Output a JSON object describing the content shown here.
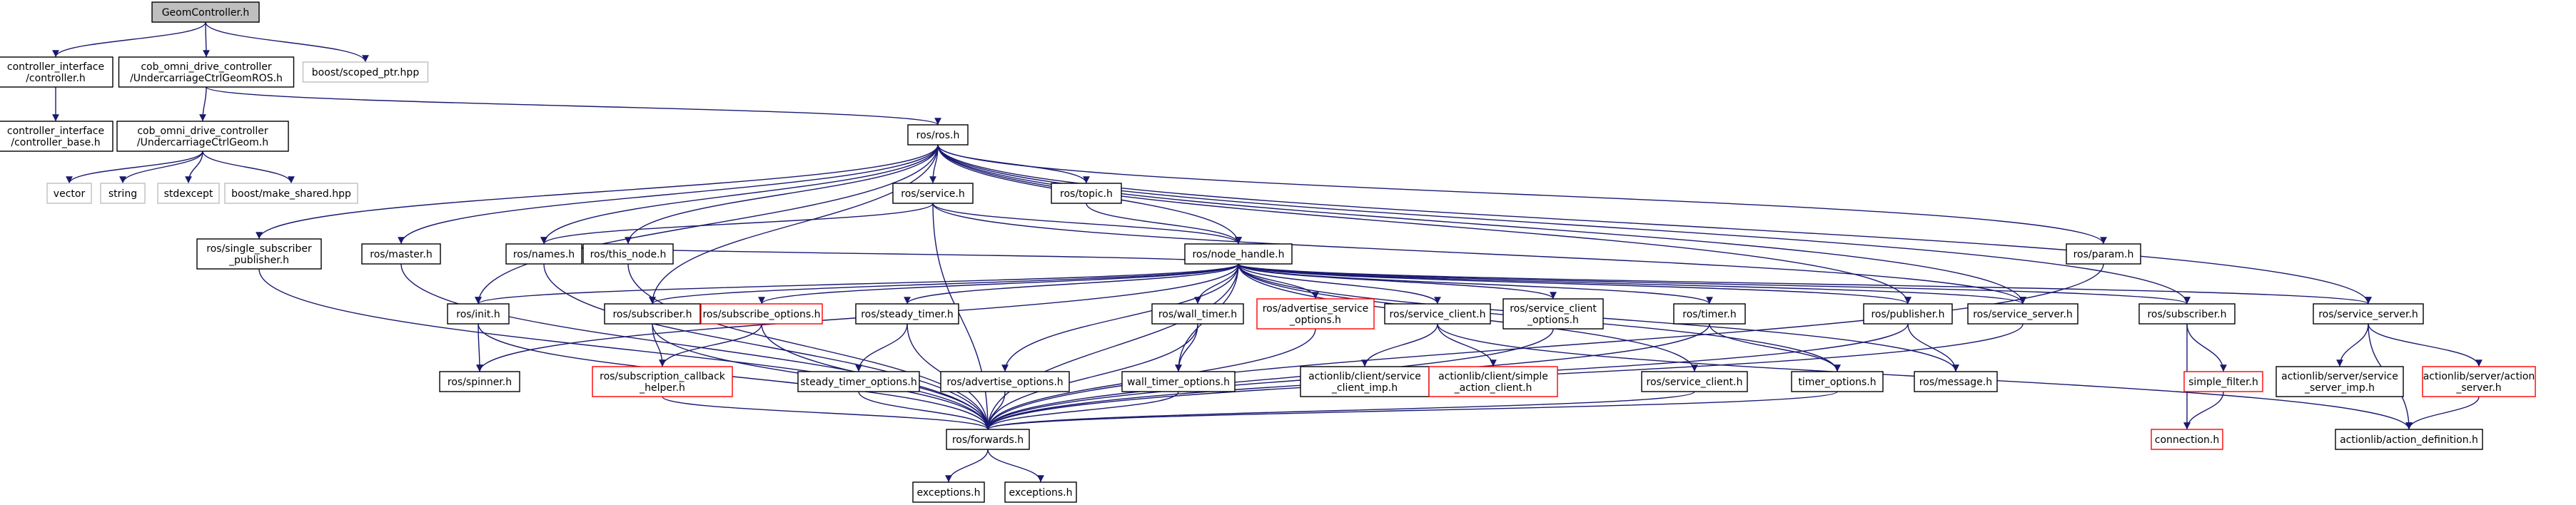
{
  "colors": {
    "edge": "#191970",
    "node_border": "#000000",
    "missing_border": "#bfbfbf",
    "partial_border": "#ff0000",
    "root_fill": "#bfbfbf",
    "node_fill": "#ffffff"
  },
  "nodes": [
    {
      "id": "GeomController.h",
      "lines": [
        "GeomController.h"
      ],
      "style": "root"
    },
    {
      "id": "controller_interface/controller.h",
      "lines": [
        "controller_interface",
        "/controller.h"
      ],
      "style": "normal"
    },
    {
      "id": "cob_omni_drive_controller/UndercarriageCtrlGeomROS.h",
      "lines": [
        "cob_omni_drive_controller",
        "/UndercarriageCtrlGeomROS.h"
      ],
      "style": "normal"
    },
    {
      "id": "boost/scoped_ptr.hpp",
      "lines": [
        "boost/scoped_ptr.hpp"
      ],
      "style": "missing"
    },
    {
      "id": "controller_interface/controller_base.h",
      "lines": [
        "controller_interface",
        "/controller_base.h"
      ],
      "style": "normal"
    },
    {
      "id": "cob_omni_drive_controller/UndercarriageCtrlGeom.h",
      "lines": [
        "cob_omni_drive_controller",
        "/UndercarriageCtrlGeom.h"
      ],
      "style": "normal"
    },
    {
      "id": "vector",
      "lines": [
        "vector"
      ],
      "style": "missing"
    },
    {
      "id": "string",
      "lines": [
        "string"
      ],
      "style": "missing"
    },
    {
      "id": "stdexcept",
      "lines": [
        "stdexcept"
      ],
      "style": "missing"
    },
    {
      "id": "boost/make_shared.hpp",
      "lines": [
        "boost/make_shared.hpp"
      ],
      "style": "missing"
    },
    {
      "id": "ros/ros.h",
      "lines": [
        "ros/ros.h"
      ],
      "style": "normal"
    },
    {
      "id": "ros/service.h",
      "lines": [
        "ros/service.h"
      ],
      "style": "normal"
    },
    {
      "id": "ros/topic.h",
      "lines": [
        "ros/topic.h"
      ],
      "style": "normal"
    },
    {
      "id": "ros/single_subscriber_publisher.h",
      "lines": [
        "ros/single_subscriber",
        "_publisher.h"
      ],
      "style": "normal"
    },
    {
      "id": "ros/master.h",
      "lines": [
        "ros/master.h"
      ],
      "style": "normal"
    },
    {
      "id": "ros/names.h",
      "lines": [
        "ros/names.h"
      ],
      "style": "normal"
    },
    {
      "id": "ros/this_node.h",
      "lines": [
        "ros/this_node.h"
      ],
      "style": "normal"
    },
    {
      "id": "ros/node_handle.h",
      "lines": [
        "ros/node_handle.h"
      ],
      "style": "normal"
    },
    {
      "id": "ros/param.h",
      "lines": [
        "ros/param.h"
      ],
      "style": "normal"
    },
    {
      "id": "ros/init.h",
      "lines": [
        "ros/init.h"
      ],
      "style": "normal"
    },
    {
      "id": "ros/subscriber.h",
      "lines": [
        "ros/subscriber.h"
      ],
      "style": "normal"
    },
    {
      "id": "ros/subscribe_options.h",
      "lines": [
        "ros/subscribe_options.h"
      ],
      "style": "partial"
    },
    {
      "id": "ros/steady_timer.h",
      "lines": [
        "ros/steady_timer.h"
      ],
      "style": "normal"
    },
    {
      "id": "ros/wall_timer.h",
      "lines": [
        "ros/wall_timer.h"
      ],
      "style": "normal"
    },
    {
      "id": "ros/advertise_service_options.h",
      "lines": [
        "ros/advertise_service",
        "_options.h"
      ],
      "style": "partial"
    },
    {
      "id": "ros/service_client.h",
      "lines": [
        "ros/service_client.h"
      ],
      "style": "normal"
    },
    {
      "id": "ros/service_client_options.h",
      "lines": [
        "ros/service_client",
        "_options.h"
      ],
      "style": "normal"
    },
    {
      "id": "ros/timer.h",
      "lines": [
        "ros/timer.h"
      ],
      "style": "normal"
    },
    {
      "id": "ros/publisher.h",
      "lines": [
        "ros/publisher.h"
      ],
      "style": "normal"
    },
    {
      "id": "ros/service_server.h",
      "lines": [
        "ros/service_server.h"
      ],
      "style": "normal"
    },
    {
      "id": "ros/subscriber.h#2",
      "lines": [
        "ros/subscriber.h"
      ],
      "style": "normal"
    },
    {
      "id": "ros/service_server.h#2",
      "lines": [
        "ros/service_server.h"
      ],
      "style": "normal"
    },
    {
      "id": "ros/spinner.h",
      "lines": [
        "ros/spinner.h"
      ],
      "style": "normal"
    },
    {
      "id": "ros/subscription_callback_helper.h",
      "lines": [
        "ros/subscription_callback",
        "_helper.h"
      ],
      "style": "partial"
    },
    {
      "id": "steady_timer_options.h",
      "lines": [
        "steady_timer_options.h"
      ],
      "style": "normal"
    },
    {
      "id": "ros/advertise_options.h",
      "lines": [
        "ros/advertise_options.h"
      ],
      "style": "normal"
    },
    {
      "id": "wall_timer_options.h",
      "lines": [
        "wall_timer_options.h"
      ],
      "style": "normal"
    },
    {
      "id": "actionlib/client/service_client_imp.h",
      "lines": [
        "actionlib/client/service",
        "_client_imp.h"
      ],
      "style": "normal"
    },
    {
      "id": "actionlib/client/simple_action_client.h",
      "lines": [
        "actionlib/client/simple",
        "_action_client.h"
      ],
      "style": "partial"
    },
    {
      "id": "ros/service_client.h#2",
      "lines": [
        "ros/service_client.h"
      ],
      "style": "normal"
    },
    {
      "id": "timer_options.h",
      "lines": [
        "timer_options.h"
      ],
      "style": "normal"
    },
    {
      "id": "ros/message.h",
      "lines": [
        "ros/message.h"
      ],
      "style": "normal"
    },
    {
      "id": "simple_filter.h",
      "lines": [
        "simple_filter.h"
      ],
      "style": "partial"
    },
    {
      "id": "actionlib/server/service_server_imp.h",
      "lines": [
        "actionlib/server/service",
        "_server_imp.h"
      ],
      "style": "normal"
    },
    {
      "id": "actionlib/server/action_server.h",
      "lines": [
        "actionlib/server/action",
        "_server.h"
      ],
      "style": "partial"
    },
    {
      "id": "ros/forwards.h",
      "lines": [
        "ros/forwards.h"
      ],
      "style": "normal"
    },
    {
      "id": "connection.h",
      "lines": [
        "connection.h"
      ],
      "style": "partial"
    },
    {
      "id": "actionlib/action_definition.h",
      "lines": [
        "actionlib/action_definition.h"
      ],
      "style": "normal"
    },
    {
      "id": "exceptions.h",
      "lines": [
        "exceptions.h"
      ],
      "style": "normal"
    },
    {
      "id": "exceptions.h#2",
      "lines": [
        "exceptions.h"
      ],
      "style": "normal"
    }
  ],
  "edges": [
    [
      "GeomController.h",
      "controller_interface/controller.h"
    ],
    [
      "GeomController.h",
      "cob_omni_drive_controller/UndercarriageCtrlGeomROS.h"
    ],
    [
      "GeomController.h",
      "boost/scoped_ptr.hpp"
    ],
    [
      "controller_interface/controller.h",
      "controller_interface/controller_base.h"
    ],
    [
      "cob_omni_drive_controller/UndercarriageCtrlGeomROS.h",
      "cob_omni_drive_controller/UndercarriageCtrlGeom.h"
    ],
    [
      "cob_omni_drive_controller/UndercarriageCtrlGeomROS.h",
      "ros/ros.h"
    ],
    [
      "cob_omni_drive_controller/UndercarriageCtrlGeom.h",
      "vector"
    ],
    [
      "cob_omni_drive_controller/UndercarriageCtrlGeom.h",
      "string"
    ],
    [
      "cob_omni_drive_controller/UndercarriageCtrlGeom.h",
      "stdexcept"
    ],
    [
      "cob_omni_drive_controller/UndercarriageCtrlGeom.h",
      "boost/make_shared.hpp"
    ],
    [
      "ros/ros.h",
      "ros/service.h"
    ],
    [
      "ros/ros.h",
      "ros/topic.h"
    ],
    [
      "ros/ros.h",
      "ros/single_subscriber_publisher.h"
    ],
    [
      "ros/ros.h",
      "ros/master.h"
    ],
    [
      "ros/ros.h",
      "ros/names.h"
    ],
    [
      "ros/ros.h",
      "ros/this_node.h"
    ],
    [
      "ros/ros.h",
      "ros/node_handle.h"
    ],
    [
      "ros/ros.h",
      "ros/param.h"
    ],
    [
      "ros/ros.h",
      "ros/init.h"
    ],
    [
      "ros/ros.h",
      "ros/subscriber.h"
    ],
    [
      "ros/ros.h",
      "ros/publisher.h"
    ],
    [
      "ros/ros.h",
      "ros/service_server.h"
    ],
    [
      "ros/ros.h",
      "ros/subscriber.h#2"
    ],
    [
      "ros/ros.h",
      "ros/service_server.h#2"
    ],
    [
      "ros/service.h",
      "ros/names.h"
    ],
    [
      "ros/service.h",
      "ros/node_handle.h"
    ],
    [
      "ros/service.h",
      "ros/forwards.h"
    ],
    [
      "ros/service.h",
      "ros/service_server.h"
    ],
    [
      "ros/topic.h",
      "ros/node_handle.h"
    ],
    [
      "ros/single_subscriber_publisher.h",
      "ros/forwards.h"
    ],
    [
      "ros/master.h",
      "ros/forwards.h"
    ],
    [
      "ros/names.h",
      "ros/forwards.h"
    ],
    [
      "ros/this_node.h",
      "ros/forwards.h"
    ],
    [
      "ros/param.h",
      "ros/forwards.h"
    ],
    [
      "ros/node_handle.h",
      "ros/names.h"
    ],
    [
      "ros/node_handle.h",
      "ros/init.h"
    ],
    [
      "ros/node_handle.h",
      "ros/subscriber.h"
    ],
    [
      "ros/node_handle.h",
      "ros/subscribe_options.h"
    ],
    [
      "ros/node_handle.h",
      "ros/steady_timer.h"
    ],
    [
      "ros/node_handle.h",
      "ros/wall_timer.h"
    ],
    [
      "ros/node_handle.h",
      "ros/advertise_service_options.h"
    ],
    [
      "ros/node_handle.h",
      "ros/service_client.h"
    ],
    [
      "ros/node_handle.h",
      "ros/service_client_options.h"
    ],
    [
      "ros/node_handle.h",
      "ros/timer.h"
    ],
    [
      "ros/node_handle.h",
      "ros/publisher.h"
    ],
    [
      "ros/node_handle.h",
      "ros/service_server.h"
    ],
    [
      "ros/node_handle.h",
      "ros/subscriber.h#2"
    ],
    [
      "ros/node_handle.h",
      "ros/service_server.h#2"
    ],
    [
      "ros/node_handle.h",
      "ros/spinner.h"
    ],
    [
      "ros/node_handle.h",
      "ros/advertise_options.h"
    ],
    [
      "ros/node_handle.h",
      "wall_timer_options.h"
    ],
    [
      "ros/node_handle.h",
      "ros/service_client.h#2"
    ],
    [
      "ros/node_handle.h",
      "timer_options.h"
    ],
    [
      "ros/node_handle.h",
      "ros/message.h"
    ],
    [
      "ros/node_handle.h",
      "ros/forwards.h"
    ],
    [
      "ros/init.h",
      "ros/spinner.h"
    ],
    [
      "ros/init.h",
      "ros/forwards.h"
    ],
    [
      "ros/subscriber.h",
      "ros/subscription_callback_helper.h"
    ],
    [
      "ros/subscriber.h",
      "ros/forwards.h"
    ],
    [
      "ros/subscribe_options.h",
      "ros/subscription_callback_helper.h"
    ],
    [
      "ros/subscribe_options.h",
      "ros/forwards.h"
    ],
    [
      "ros/steady_timer.h",
      "steady_timer_options.h"
    ],
    [
      "ros/steady_timer.h",
      "ros/forwards.h"
    ],
    [
      "ros/wall_timer.h",
      "wall_timer_options.h"
    ],
    [
      "ros/wall_timer.h",
      "ros/forwards.h"
    ],
    [
      "ros/advertise_service_options.h",
      "ros/forwards.h"
    ],
    [
      "ros/service_client.h",
      "actionlib/client/service_client_imp.h"
    ],
    [
      "ros/service_client.h",
      "actionlib/client/simple_action_client.h"
    ],
    [
      "ros/service_client.h",
      "actionlib/action_definition.h"
    ],
    [
      "ros/service_client_options.h",
      "ros/forwards.h"
    ],
    [
      "ros/timer.h",
      "timer_options.h"
    ],
    [
      "ros/timer.h",
      "ros/forwards.h"
    ],
    [
      "ros/publisher.h",
      "ros/message.h"
    ],
    [
      "ros/publisher.h",
      "ros/forwards.h"
    ],
    [
      "ros/service_server.h",
      "ros/forwards.h"
    ],
    [
      "ros/subscriber.h#2",
      "simple_filter.h"
    ],
    [
      "ros/subscriber.h#2",
      "connection.h"
    ],
    [
      "simple_filter.h",
      "connection.h"
    ],
    [
      "ros/service_server.h#2",
      "actionlib/server/service_server_imp.h"
    ],
    [
      "ros/service_server.h#2",
      "actionlib/server/action_server.h"
    ],
    [
      "ros/service_server.h#2",
      "actionlib/action_definition.h"
    ],
    [
      "actionlib/server/action_server.h",
      "actionlib/action_definition.h"
    ],
    [
      "ros/subscription_callback_helper.h",
      "ros/forwards.h"
    ],
    [
      "steady_timer_options.h",
      "ros/forwards.h"
    ],
    [
      "ros/advertise_options.h",
      "ros/forwards.h"
    ],
    [
      "wall_timer_options.h",
      "ros/forwards.h"
    ],
    [
      "ros/service_client.h#2",
      "ros/forwards.h"
    ],
    [
      "timer_options.h",
      "ros/forwards.h"
    ],
    [
      "ros/forwards.h",
      "exceptions.h"
    ],
    [
      "ros/forwards.h",
      "exceptions.h#2"
    ]
  ]
}
